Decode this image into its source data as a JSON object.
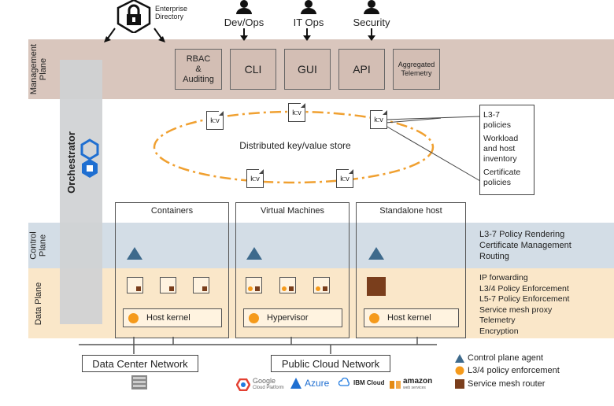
{
  "top": {
    "directory_label": "Enterprise\nDirectory",
    "personas": [
      "Dev/Ops",
      "IT Ops",
      "Security"
    ]
  },
  "planes": {
    "management": "Management\nPlane",
    "control": "Control\nPlane",
    "data": "Data Plane"
  },
  "orchestrator": "Orchestrator",
  "management_boxes": [
    "RBAC\n&\nAuditing",
    "CLI",
    "GUI",
    "API",
    "Aggregated\nTelemetry"
  ],
  "kv_store": {
    "label": "Distributed key/value store",
    "node_label": "k:v"
  },
  "callout": [
    "L3-7\npolicies",
    "Workload\nand host\ninventory",
    "Certificate\npolicies"
  ],
  "hosts": [
    {
      "title": "Containers",
      "kernel": "Host kernel"
    },
    {
      "title": "Virtual Machines",
      "kernel": "Hypervisor"
    },
    {
      "title": "Standalone host",
      "kernel": "Host kernel"
    }
  ],
  "control_features": [
    "L3-7 Policy Rendering",
    "Certificate Management",
    "Routing"
  ],
  "data_features": [
    "IP forwarding",
    "L3/4 Policy Enforcement",
    "L5-7 Policy Enforcement",
    "Service mesh proxy",
    "Telemetry",
    "Encryption"
  ],
  "networks": [
    "Data Center Network",
    "Public Cloud Network"
  ],
  "clouds": {
    "google_main": "Google",
    "google_sub": "Cloud Platform",
    "azure": "Azure",
    "ibm": "IBM Cloud",
    "amazon": "amazon",
    "amazon_sub": "web services"
  },
  "legend": [
    {
      "label": "Control plane agent",
      "color": "#3e6a8c"
    },
    {
      "label": "L3/4 policy enforcement",
      "color": "#f59a1b"
    },
    {
      "label": "Service mesh router",
      "color": "#7a3e1c"
    }
  ],
  "colors": {
    "management_band": "#d9c6bd",
    "control_band": "#d3dde6",
    "data_band": "#fae7c9",
    "kv_ring": "#f0a030",
    "agent": "#3e6a8c"
  }
}
